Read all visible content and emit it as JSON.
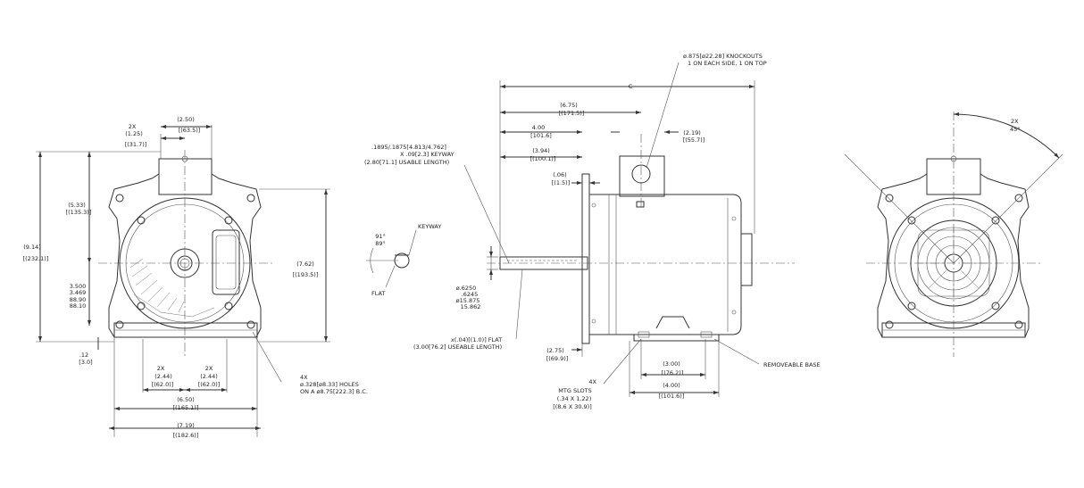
{
  "front_view": {
    "dim_2x_label": "2X",
    "dim_1_25": "(1.25)",
    "dim_31_7": "[(31.7)]",
    "dim_2_50": "(2.50)",
    "dim_63_5": "[(63.5)]",
    "dim_5_33": "(5.33)",
    "dim_135_3": "[(135.3)]",
    "dim_9_14": "(9.14)",
    "dim_232_1": "[(232.1)]",
    "dim_7_62": "(7.62)",
    "dim_193_5": "[(193.5)]",
    "dim_3_500": "3.500",
    "dim_3_469": "3.469",
    "dim_88_90": "88.90",
    "dim_88_10": "88.10",
    "dim_12": ".12",
    "dim_3_0": "[3.0]",
    "dim_2x_a": "2X",
    "dim_2_44_a": "(2.44)",
    "dim_62_0_a": "[(62.0)]",
    "dim_2x_b": "2X",
    "dim_2_44_b": "(2.44)",
    "dim_62_0_b": "[(62.0)]",
    "dim_6_50": "(6.50)",
    "dim_165_1": "[(165.1)]",
    "dim_7_19": "(7.19)",
    "dim_182_6": "[(182.6)]",
    "holes_line1": "4X",
    "holes_line2": "ø.328[ø8.33] HOLES",
    "holes_line3": "ON A ø8.75[222.3] B.C."
  },
  "keyway_detail": {
    "angle_91": "91°",
    "angle_89": "89°",
    "keyway_label": "KEYWAY",
    "flat_label": "FLAT"
  },
  "side_view": {
    "dim_c": "C",
    "knockouts_line1": "ø.875[ø22.28] KNOCKOUTS",
    "knockouts_line2": "1 ON EACH SIDE, 1 ON TOP",
    "dim_6_75": "(6.75)",
    "dim_171_5": "[(171.5)]",
    "dim_4_00": "4.00",
    "dim_101_6": "[101.6]",
    "dim_2_19": "(2.19)",
    "dim_55_7": "[(55.7)]",
    "keyway_spec1": ".1895/.1875[4.813/4.762]",
    "keyway_spec2": "X .09[2.3] KEYWAY",
    "keyway_spec3": "(2.80[71.1] USABLE LENGTH)",
    "dim_3_94": "(3.94)",
    "dim_100_1": "[(100.1)]",
    "dim_06": "(.06)",
    "dim_1_5": "[(1.5)]",
    "shaft_dia1": "ø.6250",
    "shaft_dia2": ".6245",
    "shaft_dia3": "ø15.875",
    "shaft_dia4": "15.862",
    "flat_spec1": "x(.04)[(1.0)] FLAT",
    "flat_spec2": "(3.00[76.2] USEABLE LENGTH)",
    "dim_2_75": "(2.75)",
    "dim_69_9": "[(69.9)]",
    "dim_3_00": "(3.00)",
    "dim_76_2": "[(76.2)]",
    "removeable_base": "REMOVEABLE BASE",
    "slots_line1": "4X",
    "slots_line2": "MTG SLOTS",
    "slots_line3": "(.34 X 1.22)",
    "slots_line4": "[(8.6 X 30.9)]",
    "dim_4_00b": "(4.00)",
    "dim_101_6b": "[(101.6)]"
  },
  "rear_view": {
    "angle_2x": "2X",
    "angle_45": "45°"
  }
}
